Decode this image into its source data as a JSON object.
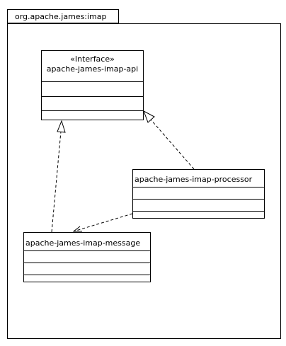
{
  "package": {
    "name": "org.apache.james:imap"
  },
  "classes": {
    "api": {
      "stereotype": "«Interface»",
      "name": "apache-james-imap-api"
    },
    "processor": {
      "name": "apache-james-imap-processor"
    },
    "message": {
      "name": "apache-james-imap-message"
    }
  }
}
